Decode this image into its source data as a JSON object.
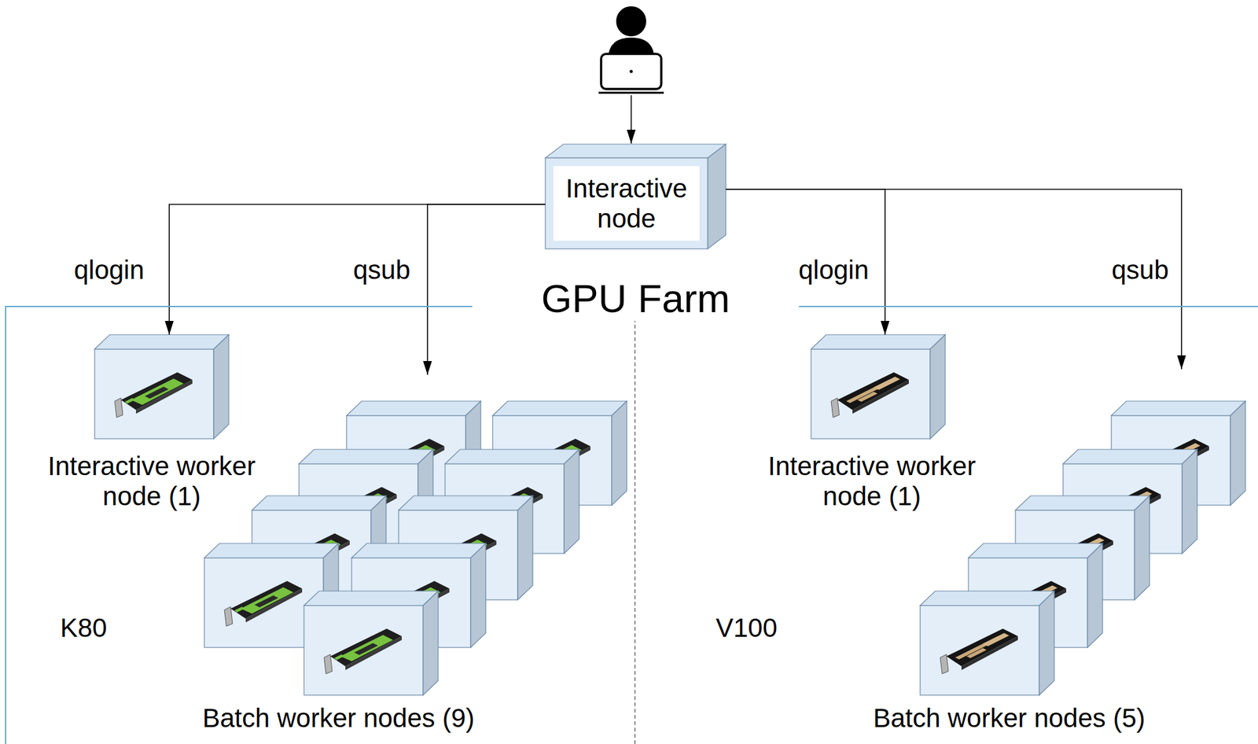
{
  "diagram": {
    "nodes": [
      {
        "text": [
          "Interactive node"
        ]
      },
      {
        "text": [
          "GPU Farm"
        ]
      },
      {
        "text": [
          "K80"
        ],
        "in": 1
      },
      {
        "text": [
          "Interactive worker node (1)"
        ],
        "in": 2
      },
      {
        "text": [
          "Batch worker nodes (9)"
        ],
        "in": 2
      },
      {
        "text": [
          "V100"
        ],
        "in": 1
      },
      {
        "text": [
          "Interactive worker node (1)"
        ],
        "in": 5
      },
      {
        "text": [
          "Batch worker nodes (5)"
        ],
        "in": 5
      }
    ],
    "edges": [
      {
        "from": 0,
        "to": 3,
        "arrow": "to",
        "label": "qlogin"
      },
      {
        "from": 0,
        "to": 4,
        "arrow": "to",
        "label": "qsub"
      },
      {
        "from": 0,
        "to": 6,
        "arrow": "to",
        "label": "qlogin"
      },
      {
        "from": 0,
        "to": 7,
        "arrow": "to",
        "label": "qsub"
      }
    ]
  }
}
